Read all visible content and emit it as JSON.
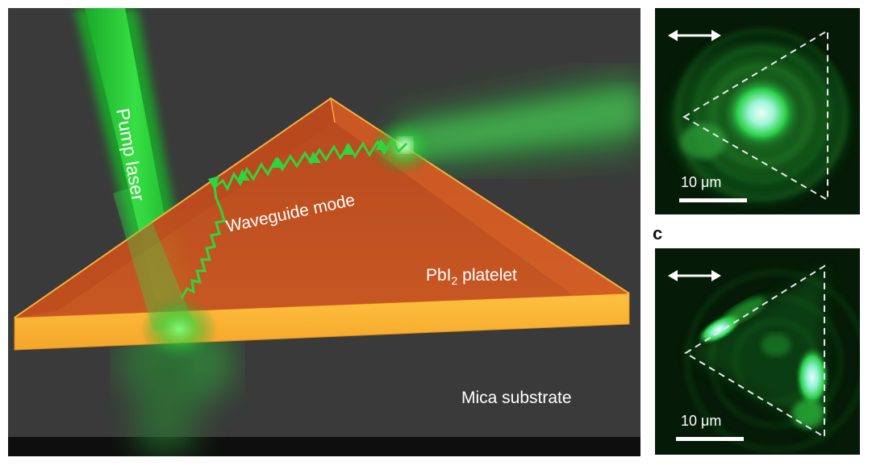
{
  "main": {
    "labels": {
      "pump": "Pump laser",
      "waveguide": "Waveguide mode",
      "platelet_main": "PbI",
      "platelet_sub": "2",
      "platelet_rest": " platelet",
      "substrate": "Mica substrate"
    }
  },
  "panel_b": {
    "scale_label": "10 μm"
  },
  "panel_c": {
    "letter": "c",
    "scale_label": "10 μm"
  }
}
